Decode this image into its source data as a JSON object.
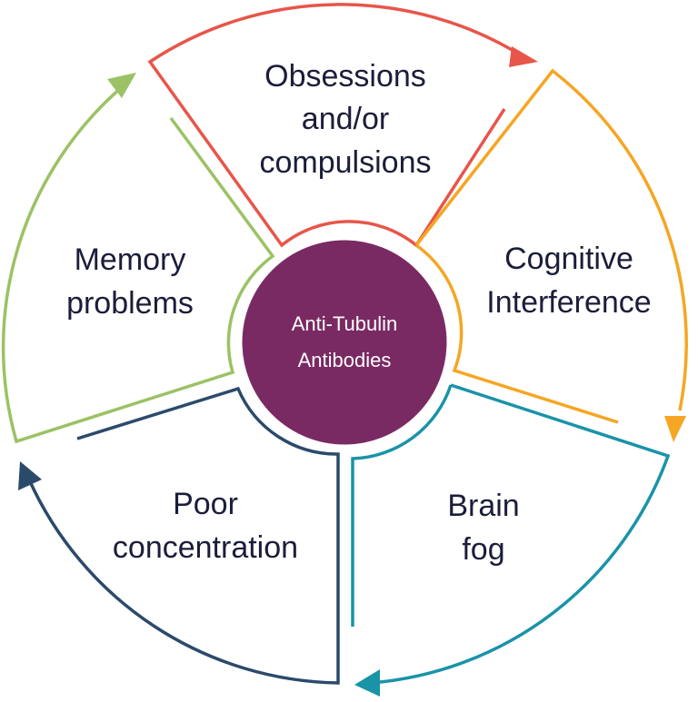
{
  "diagram": {
    "center": {
      "lines": [
        "Anti-Tubulin",
        "Antibodies"
      ],
      "color": "#7a2a63"
    },
    "segments": [
      {
        "id": "obsessions",
        "lines": [
          "Obsessions",
          "and/or",
          "compulsions"
        ],
        "color": "#e8554a"
      },
      {
        "id": "cognitive",
        "lines": [
          "Cognitive",
          "Interference"
        ],
        "color": "#f5a623"
      },
      {
        "id": "brain-fog",
        "lines": [
          "Brain",
          "fog"
        ],
        "color": "#1a93a8"
      },
      {
        "id": "poor-concentration",
        "lines": [
          "Poor",
          "concentration"
        ],
        "color": "#2b4a6b"
      },
      {
        "id": "memory",
        "lines": [
          "Memory",
          "problems"
        ],
        "color": "#9bc264"
      }
    ],
    "text_color": "#1b1d3a"
  }
}
